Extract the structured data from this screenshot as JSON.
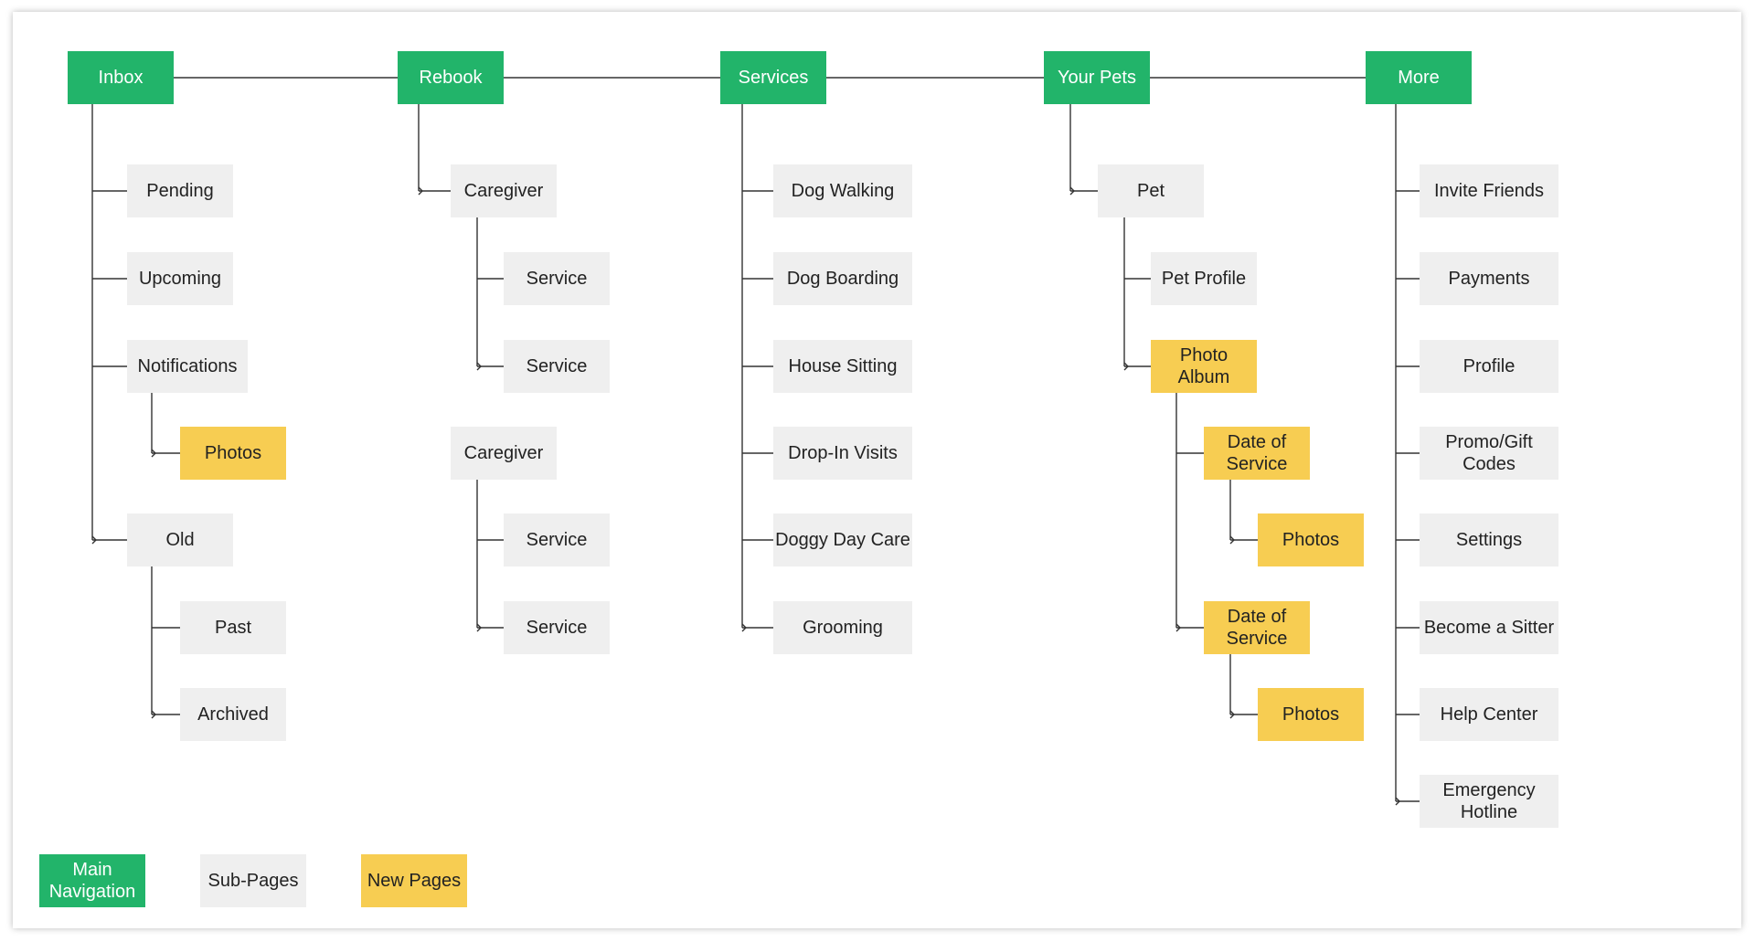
{
  "colors": {
    "main": "#22b46a",
    "sub": "#efefef",
    "new": "#f7cd52",
    "line": "#333333",
    "main_text": "#ffffff",
    "text": "#222222"
  },
  "nodes": [
    {
      "id": "inbox",
      "label": "Inbox",
      "type": "main"
    },
    {
      "id": "rebook",
      "label": "Rebook",
      "type": "main"
    },
    {
      "id": "services",
      "label": "Services",
      "type": "main"
    },
    {
      "id": "your-pets",
      "label": "Your Pets",
      "type": "main"
    },
    {
      "id": "more",
      "label": "More",
      "type": "main"
    },
    {
      "id": "pending",
      "label": "Pending",
      "type": "sub"
    },
    {
      "id": "upcoming",
      "label": "Upcoming",
      "type": "sub"
    },
    {
      "id": "notifications",
      "label": "Notifications",
      "type": "sub"
    },
    {
      "id": "notifications-photos",
      "label": "Photos",
      "type": "new"
    },
    {
      "id": "old",
      "label": "Old",
      "type": "sub"
    },
    {
      "id": "past",
      "label": "Past",
      "type": "sub"
    },
    {
      "id": "archived",
      "label": "Archived",
      "type": "sub"
    },
    {
      "id": "caregiver-1",
      "label": "Caregiver",
      "type": "sub"
    },
    {
      "id": "service-1",
      "label": "Service",
      "type": "sub"
    },
    {
      "id": "service-2",
      "label": "Service",
      "type": "sub"
    },
    {
      "id": "caregiver-2",
      "label": "Caregiver",
      "type": "sub"
    },
    {
      "id": "service-3",
      "label": "Service",
      "type": "sub"
    },
    {
      "id": "service-4",
      "label": "Service",
      "type": "sub"
    },
    {
      "id": "dog-walking",
      "label": "Dog Walking",
      "type": "sub"
    },
    {
      "id": "dog-boarding",
      "label": "Dog Boarding",
      "type": "sub"
    },
    {
      "id": "house-sitting",
      "label": "House Sitting",
      "type": "sub"
    },
    {
      "id": "drop-in-visits",
      "label": "Drop-In Visits",
      "type": "sub"
    },
    {
      "id": "doggy-day-care",
      "label": "Doggy Day Care",
      "type": "sub"
    },
    {
      "id": "grooming",
      "label": "Grooming",
      "type": "sub"
    },
    {
      "id": "pet",
      "label": "Pet",
      "type": "sub"
    },
    {
      "id": "pet-profile",
      "label": "Pet Profile",
      "type": "sub"
    },
    {
      "id": "photo-album",
      "label": "Photo\nAlbum",
      "type": "new"
    },
    {
      "id": "date-of-service-1",
      "label": "Date of\nService",
      "type": "new"
    },
    {
      "id": "album-photos-1",
      "label": "Photos",
      "type": "new"
    },
    {
      "id": "date-of-service-2",
      "label": "Date of\nService",
      "type": "new"
    },
    {
      "id": "album-photos-2",
      "label": "Photos",
      "type": "new"
    },
    {
      "id": "invite-friends",
      "label": "Invite Friends",
      "type": "sub"
    },
    {
      "id": "payments",
      "label": "Payments",
      "type": "sub"
    },
    {
      "id": "profile",
      "label": "Profile",
      "type": "sub"
    },
    {
      "id": "promo-gift-codes",
      "label": "Promo/Gift Codes",
      "type": "sub"
    },
    {
      "id": "settings",
      "label": "Settings",
      "type": "sub"
    },
    {
      "id": "become-a-sitter",
      "label": "Become a Sitter",
      "type": "sub"
    },
    {
      "id": "help-center",
      "label": "Help Center",
      "type": "sub"
    },
    {
      "id": "emergency-hotline",
      "label": "Emergency\nHotline",
      "type": "sub"
    }
  ],
  "legend": [
    {
      "id": "legend-main",
      "label": "Main\nNavigation",
      "type": "main"
    },
    {
      "id": "legend-sub",
      "label": "Sub-Pages",
      "type": "sub"
    },
    {
      "id": "legend-new",
      "label": "New Pages",
      "type": "new"
    }
  ]
}
